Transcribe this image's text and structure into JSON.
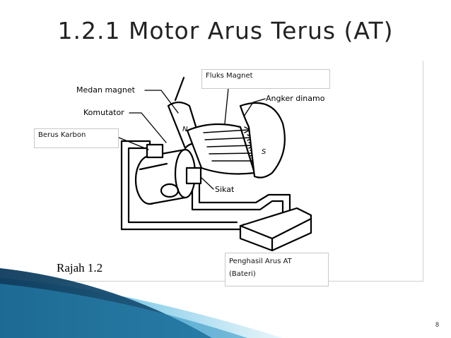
{
  "slide": {
    "title": "1.2.1 Motor Arus Terus (AT)",
    "page_number": "8"
  },
  "diagram": {
    "caption": "Rajah 1.2",
    "labels": {
      "medan_magnet": "Medan magnet",
      "komutator": "Komutator",
      "angker_dinamo": "Angker dinamo",
      "sikat": "Sikat",
      "pole_n": "N",
      "pole_s": "S"
    },
    "callouts": {
      "fluks_magnet": "Fluks Magnet",
      "berus_karbon": "Berus Karbon",
      "penghasil_line1": "Penghasil  Arus AT",
      "penghasil_line2": "(Bateri)"
    }
  },
  "colors": {
    "accent_dark": "#0e3b5c",
    "accent_mid": "#1b7fb0",
    "accent_light": "#8fd0ea"
  }
}
